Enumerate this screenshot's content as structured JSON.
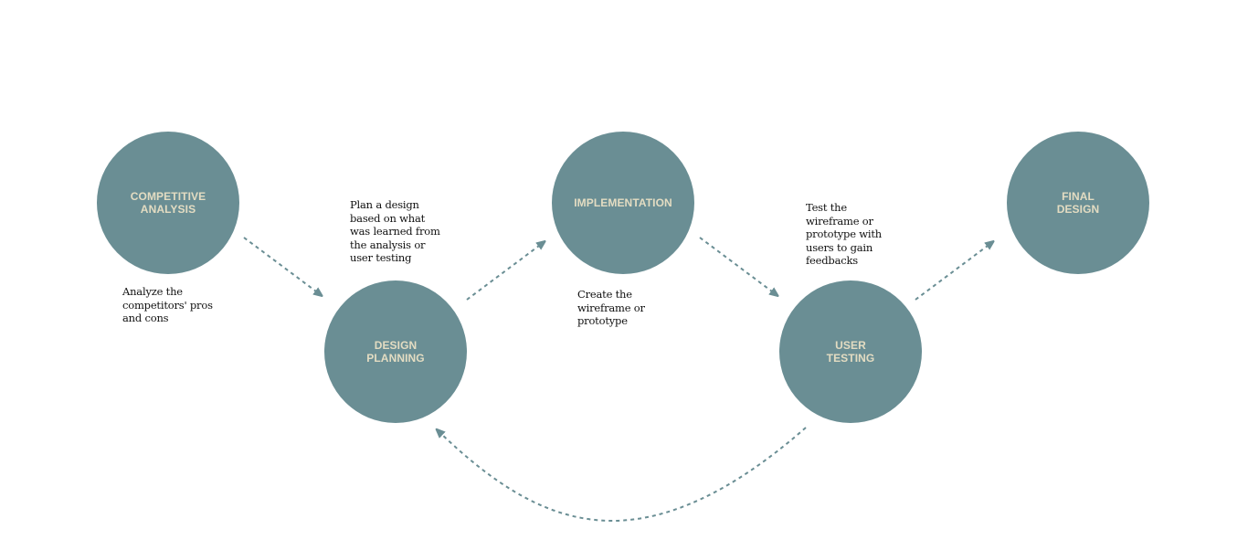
{
  "colors": {
    "circle_fill": "#6a8e94",
    "circle_text": "#e3dcc2",
    "arrow": "#6a8e94",
    "description_text": "#111111"
  },
  "steps": [
    {
      "id": "competitive-analysis",
      "label": "COMPETITIVE\nANALYSIS",
      "description": "Analyze the\ncompetitors' pros\nand cons"
    },
    {
      "id": "design-planning",
      "label": "DESIGN\nPLANNING",
      "description": "Plan a design\nbased on what\nwas learned from\nthe analysis or\nuser testing"
    },
    {
      "id": "implementation",
      "label": "IMPLEMENTATION",
      "description": "Create the\nwireframe or\nprototype"
    },
    {
      "id": "user-testing",
      "label": "USER\nTESTING",
      "description": "Test the\nwireframe or\nprototype with\nusers to gain\nfeedbacks"
    },
    {
      "id": "final-design",
      "label": "FINAL\nDESIGN",
      "description": ""
    }
  ],
  "connections": [
    {
      "from": "competitive-analysis",
      "to": "design-planning",
      "style": "dashed"
    },
    {
      "from": "design-planning",
      "to": "implementation",
      "style": "dashed"
    },
    {
      "from": "implementation",
      "to": "user-testing",
      "style": "dashed"
    },
    {
      "from": "user-testing",
      "to": "final-design",
      "style": "dashed"
    },
    {
      "from": "user-testing",
      "to": "design-planning",
      "style": "dashed-curved",
      "label": ""
    }
  ]
}
